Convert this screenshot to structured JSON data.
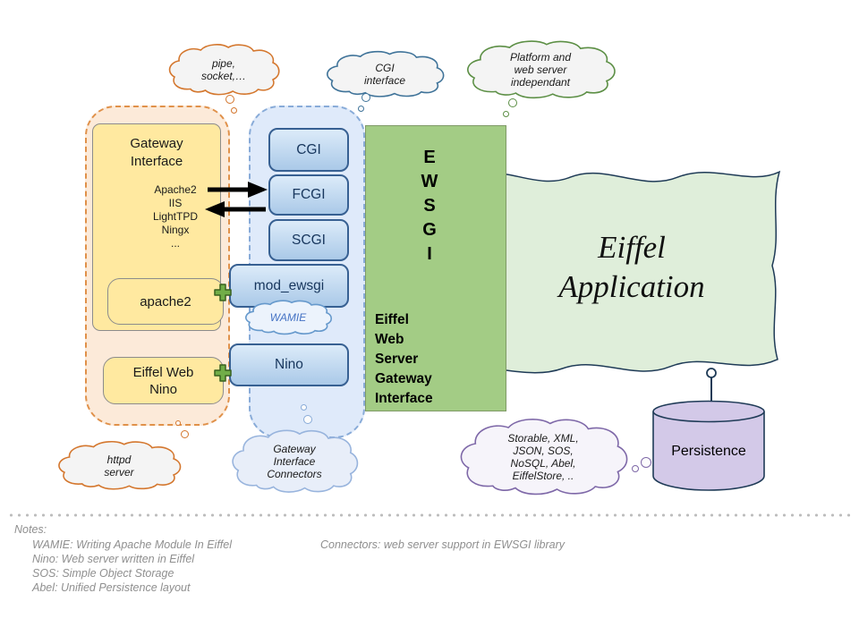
{
  "diagram": {
    "clouds": {
      "pipe_socket": "pipe,\nsocket,…",
      "cgi_interface": "CGI\ninterface",
      "platform": "Platform and\nweb server\nindependant",
      "wamie": "WAMIE",
      "httpd": "httpd\nserver",
      "gateway_connectors": "Gateway\nInterface\nConnectors",
      "storable": "Storable, XML,\nJSON, SOS,\nNoSQL, Abel,\nEiffelStore, .."
    },
    "gateway_group": {
      "title": "Gateway\nInterface",
      "servers": "Apache2\nIIS\nLightTPD\nNingx\n...",
      "apache2_label": "apache2",
      "nino_label": "Eiffel Web\nNino"
    },
    "connector_boxes": [
      "CGI",
      "FCGI",
      "SCGI",
      "mod_ewsgi",
      "Nino"
    ],
    "ewsgi": {
      "acronym": "E\nW\nS\nG\nI",
      "full_name": "Eiffel\nWeb\nServer\nGateway\nInterface"
    },
    "application_title": "Eiffel\nApplication",
    "persistence_label": "Persistence",
    "notes": {
      "heading": "Notes:",
      "left_items": [
        "WAMIE: Writing Apache Module In Eiffel",
        "Nino: Web server written in Eiffel",
        "SOS: Simple Object Storage",
        "Abel: Unified Persistence layout"
      ],
      "right_item": "Connectors: web server support in EWSGI library"
    },
    "colors": {
      "orange_outline": "#d4772e",
      "blue_outline": "#376092",
      "green_rect_fill": "#a3cc85",
      "yellow_fill": "#ffe9a0",
      "purple_fill": "#d3c9e8",
      "pale_green_fill": "#dfeeda",
      "wamie_text": "#4472c4"
    }
  }
}
